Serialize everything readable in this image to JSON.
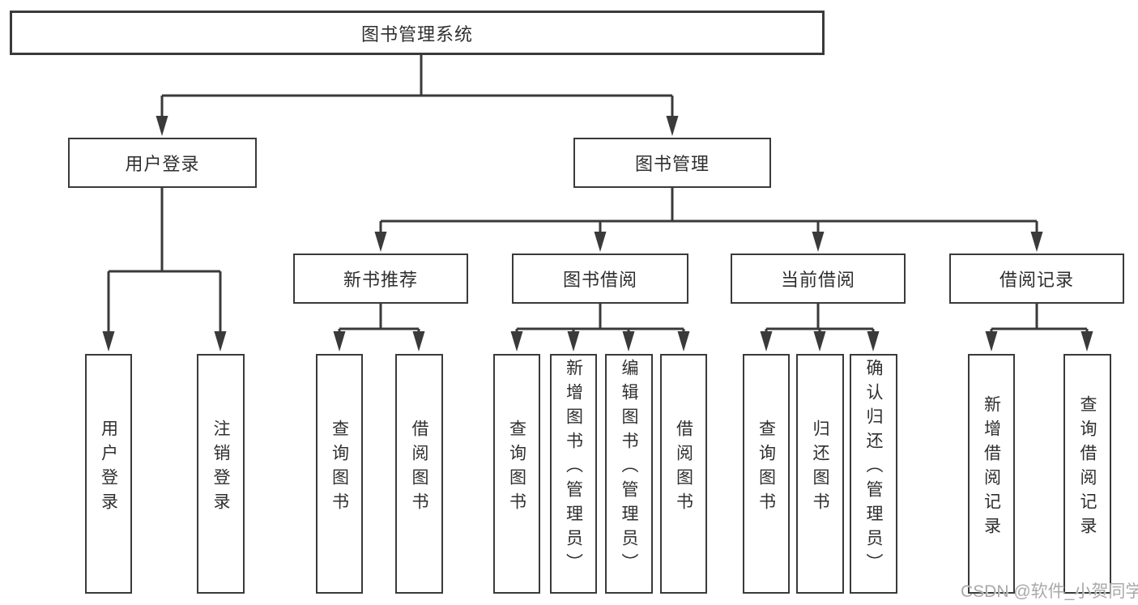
{
  "watermark": "CSDN @软件_小贺同学",
  "colors": {
    "line": "#3a3a3a",
    "box_border": "#3a3a3a",
    "text": "#2f2f2f",
    "watermark": "#a9a9a9",
    "background": "#ffffff"
  },
  "tree": {
    "label": "图书管理系统",
    "children": [
      {
        "label": "用户登录",
        "children": [
          {
            "label": "用户登录"
          },
          {
            "label": "注销登录"
          }
        ]
      },
      {
        "label": "图书管理",
        "children": [
          {
            "label": "新书推荐",
            "children": [
              {
                "label": "查询图书"
              },
              {
                "label": "借阅图书"
              }
            ]
          },
          {
            "label": "图书借阅",
            "children": [
              {
                "label": "查询图书"
              },
              {
                "label": "新增图书（管理员）"
              },
              {
                "label": "编辑图书（管理员）"
              },
              {
                "label": "借阅图书"
              }
            ]
          },
          {
            "label": "当前借阅",
            "children": [
              {
                "label": "查询图书"
              },
              {
                "label": "归还图书"
              },
              {
                "label": "确认归还（管理员）"
              }
            ]
          },
          {
            "label": "借阅记录",
            "children": [
              {
                "label": "新增借阅记录"
              },
              {
                "label": "查询借阅记录"
              }
            ]
          }
        ]
      }
    ]
  }
}
